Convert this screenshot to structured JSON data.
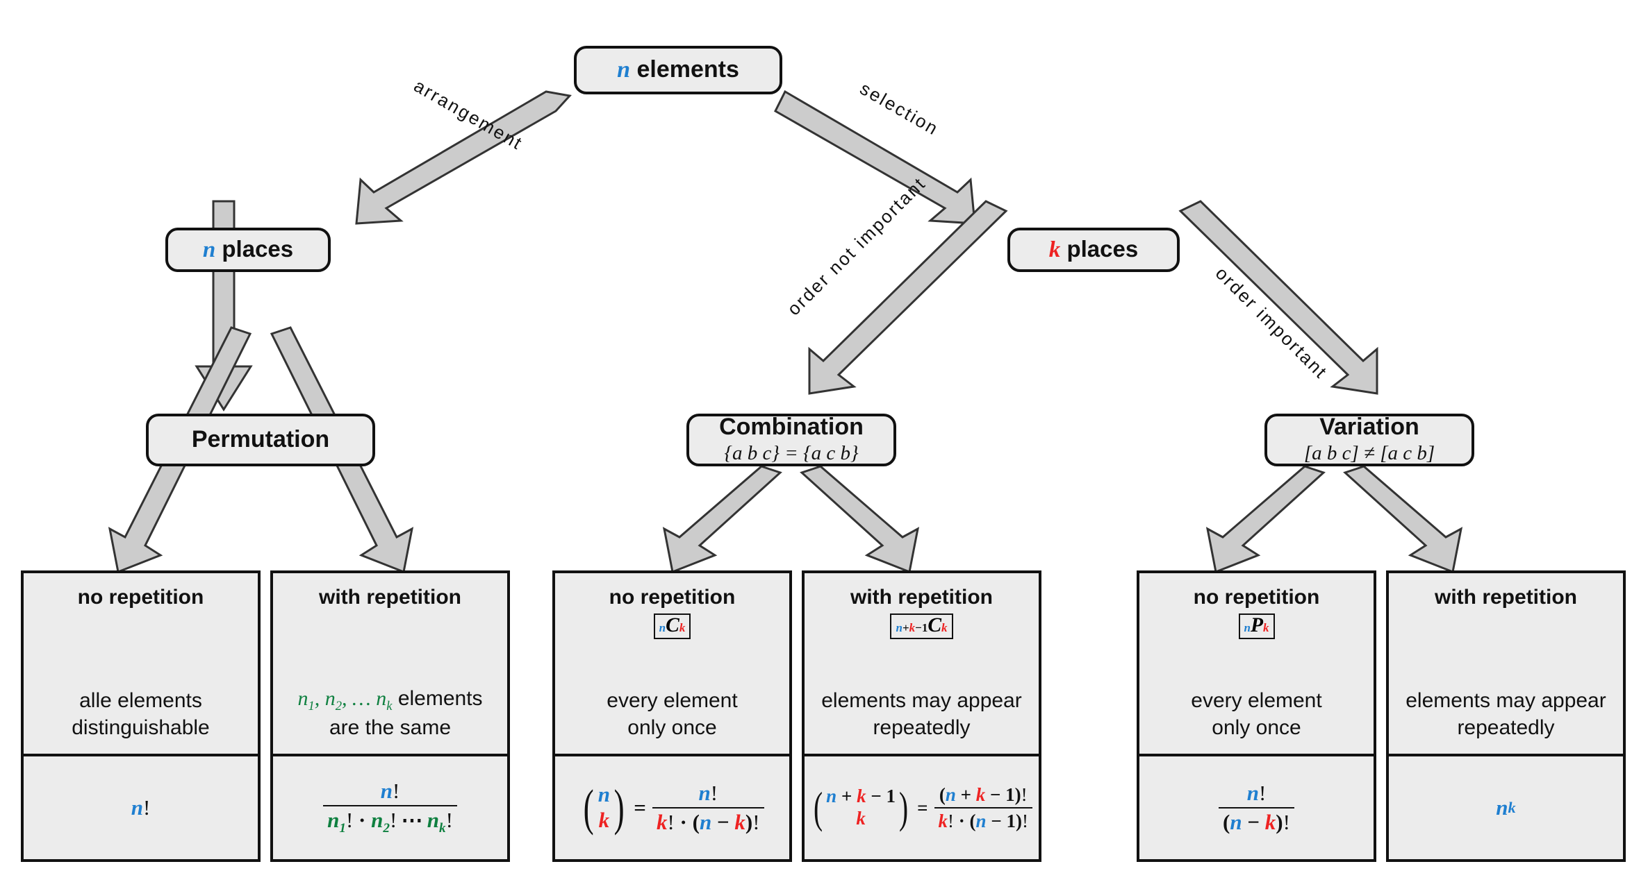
{
  "diagram": {
    "title": "Combinatorics decision tree",
    "colors": {
      "n_blue": "#1f7fd0",
      "k_red": "#ee2222",
      "n_sub_green": "#0f8040",
      "box_fill": "#ececec",
      "box_border": "#111111",
      "arrow_fill": "#cccccc",
      "arrow_stroke": "#333333"
    },
    "root": {
      "label_symbol": "n",
      "label_text": "elements"
    },
    "level2": [
      {
        "id": "n-places",
        "label_symbol": "n",
        "label_text": "places"
      },
      {
        "id": "k-places",
        "label_symbol": "k",
        "label_text": "places"
      }
    ],
    "edge_labels": [
      {
        "id": "arrangement",
        "text": "arrangement"
      },
      {
        "id": "selection",
        "text": "selection"
      },
      {
        "id": "order-not-important",
        "text": "order not important"
      },
      {
        "id": "order-important",
        "text": "order important"
      }
    ],
    "level3": [
      {
        "id": "permutation",
        "title": "Permutation",
        "subtitle": ""
      },
      {
        "id": "combination",
        "title": "Combination",
        "subtitle": "{a b c} = {a c b}"
      },
      {
        "id": "variation",
        "title": "Variation",
        "subtitle": "[a b c] ≠ [a c b]"
      }
    ],
    "leaves": [
      {
        "id": "permutation-no-repetition",
        "head": "no repetition",
        "notation": "",
        "desc_line1": "alle elements",
        "desc_line2": "distinguishable",
        "formula_text": "n!"
      },
      {
        "id": "permutation-with-repetition",
        "head": "with repetition",
        "notation": "",
        "desc_line1": "n₁, n₂, … nₖ elements",
        "desc_line2": "are the same",
        "formula_text": "n! / (n₁! · n₂! ⋯ nₖ!)"
      },
      {
        "id": "combination-no-repetition",
        "head": "no repetition",
        "notation": "nCk",
        "desc_line1": "every element",
        "desc_line2": "only once",
        "formula_text": "(n over k) = n! / (k! · (n − k)!)"
      },
      {
        "id": "combination-with-repetition",
        "head": "with repetition",
        "notation": "n+k-1Ck",
        "desc_line1": "elements may appear",
        "desc_line2": "repeatedly",
        "formula_text": "(n + k − 1 over k) = (n + k − 1)! / (k! · (n − 1)!)"
      },
      {
        "id": "variation-no-repetition",
        "head": "no repetition",
        "notation": "nPk",
        "desc_line1": "every element",
        "desc_line2": "only once",
        "formula_text": "n! / (n − k)!"
      },
      {
        "id": "variation-with-repetition",
        "head": "with repetition",
        "notation": "",
        "desc_line1": "elements may appear",
        "desc_line2": "repeatedly",
        "formula_text": "n^k"
      }
    ]
  }
}
